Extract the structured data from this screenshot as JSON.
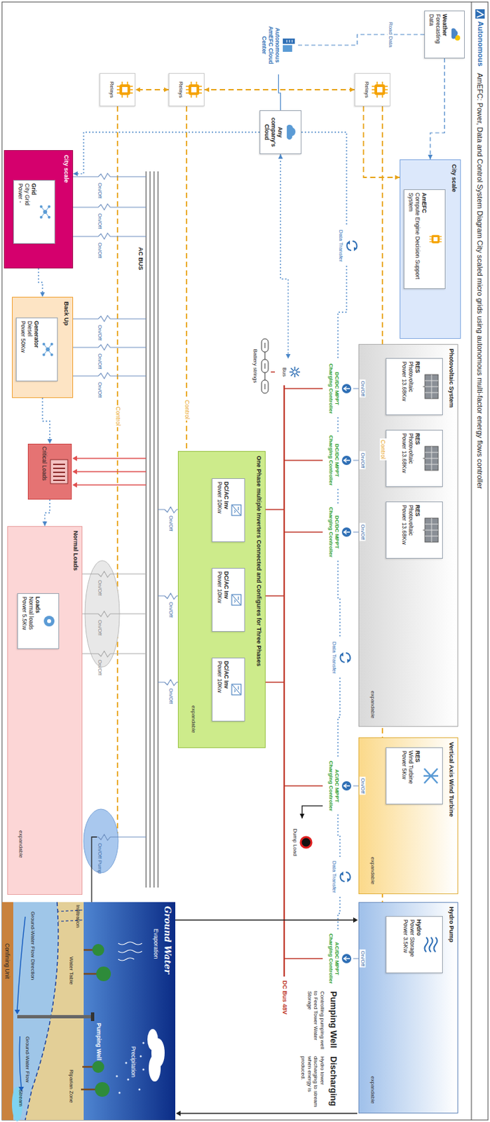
{
  "diagram": {
    "title": "AmEFC: Power, Data and Control System Diagram City scaled micro grids using autonomous multi-factor energy flows controller",
    "nodes": [
      {
        "text": [
          "Weather",
          "Forecasting Data"
        ]
      },
      {
        "text": [
          "Autonomous AmEFC Cloud Center"
        ]
      },
      {
        "text": [
          "Relays"
        ]
      },
      {
        "text": [
          "Relays"
        ]
      },
      {
        "text": [
          "Relays"
        ]
      },
      {
        "text": [
          "City scale"
        ]
      },
      {
        "text": [
          "AmEFC",
          "Compute Engine Decision Support System"
        ],
        "in": 5
      },
      {
        "text": [
          "Any company's Cloud"
        ]
      },
      {
        "text": [
          "Photovoltaic System"
        ]
      },
      {
        "text": [
          "RES",
          "Photovoltaic",
          "Power 13.68Kw"
        ],
        "in": 8
      },
      {
        "text": [
          "RES",
          "Photovoltaic",
          "Power 13.68Kw"
        ],
        "in": 8
      },
      {
        "text": [
          "RES",
          "Photovoltaic",
          "Power 13.68Kw"
        ],
        "in": 8
      },
      {
        "text": [
          "Vertical Axis Wind Turbine"
        ]
      },
      {
        "text": [
          "RES",
          "Wind Turbine",
          "Power 5Kw"
        ],
        "in": 12
      },
      {
        "text": [
          "Hydro Pump"
        ]
      },
      {
        "text": [
          "Hydro",
          "Power Storage",
          "Power 3.5Kw"
        ],
        "in": 14
      },
      {
        "text": [
          "DC/DC MPPT Charging Controller"
        ]
      },
      {
        "text": [
          "DC/DC MPPT Charging Controller"
        ]
      },
      {
        "text": [
          "DC/DC MPPT Charging Controller"
        ]
      },
      {
        "text": [
          "AC/DC MPPT Charging Controller"
        ]
      },
      {
        "text": [
          "AC/DC MPPT Charging Controller"
        ]
      },
      {
        "text": [
          "Dump Load"
        ]
      },
      {
        "text": [
          "Bus"
        ]
      },
      {
        "text": [
          "Battery strings"
        ]
      },
      {
        "text": [
          "Data Transfer"
        ]
      },
      {
        "text": [
          "Data Transfer"
        ]
      },
      {
        "text": [
          "Data Transfer"
        ]
      },
      {
        "text": [
          "One Phase multiple Inverters Connected and Configures for Three Phases"
        ]
      },
      {
        "text": [
          "DC/AC Inv",
          "Power 10Kw"
        ],
        "in": 27
      },
      {
        "text": [
          "DC/AC Inv",
          "Power 10Kw"
        ],
        "in": 27
      },
      {
        "text": [
          "DC/AC Inv",
          "Power 10Kw"
        ],
        "in": 27
      },
      {
        "text": [
          "City scale"
        ]
      },
      {
        "text": [
          "Grid",
          "City Grid",
          "Power -"
        ],
        "in": 31
      },
      {
        "text": [
          "Back Up"
        ]
      },
      {
        "text": [
          "Generator",
          "Diesel",
          "Power 50Kw"
        ],
        "in": 33
      },
      {
        "text": [
          "Critical Loads"
        ]
      },
      {
        "text": [
          "Normal Loads"
        ]
      },
      {
        "text": [
          "Loads",
          "Normal loads",
          "Power 5.5Kw"
        ],
        "in": 36
      }
    ],
    "edges": [
      {
        "from": 0,
        "to": 1,
        "arrow": "none",
        "label": "Road Data"
      },
      {
        "from": 0,
        "to": 5,
        "arrow": "to"
      },
      {
        "from": 1,
        "to": 7,
        "arrow": "none"
      },
      {
        "from": 2,
        "to": 5,
        "arrow": "to"
      },
      {
        "from": 2,
        "to": 3,
        "arrow": "both"
      },
      {
        "from": 3,
        "to": 4,
        "arrow": "both"
      },
      {
        "from": 7,
        "to": 24,
        "arrow": "none"
      },
      {
        "from": 24,
        "to": 16,
        "arrow": "none"
      },
      {
        "from": 16,
        "to": 17,
        "arrow": "none"
      },
      {
        "from": 17,
        "to": 18,
        "arrow": "none"
      },
      {
        "from": 18,
        "to": 25,
        "arrow": "none"
      },
      {
        "from": 25,
        "to": 19,
        "arrow": "none"
      },
      {
        "from": 19,
        "to": 26,
        "arrow": "none"
      },
      {
        "from": 26,
        "to": 20,
        "arrow": "none"
      },
      {
        "from": 7,
        "to": 22,
        "arrow": "both"
      },
      {
        "from": 9,
        "to": 16,
        "arrow": "none",
        "label": "On/Off"
      },
      {
        "from": 10,
        "to": 17,
        "arrow": "none",
        "label": "On/Off"
      },
      {
        "from": 11,
        "to": 18,
        "arrow": "none",
        "label": "On/Off"
      },
      {
        "from": 13,
        "to": 19,
        "arrow": "none",
        "label": "On/Off"
      },
      {
        "from": 15,
        "to": 20,
        "arrow": "none",
        "label": "On/Off"
      },
      {
        "from": 19,
        "to": 21,
        "arrow": "to"
      },
      {
        "from": 7,
        "to": 31,
        "arrow": "to"
      },
      {
        "from": 31,
        "to": 33,
        "arrow": "to"
      },
      {
        "from": 33,
        "to": 35,
        "arrow": "to"
      },
      {
        "from": 35,
        "to": 36,
        "arrow": "to"
      }
    ],
    "labels": [
      "Autonomous",
      "Control",
      "Control",
      "Control",
      "AC BUS",
      "DC Bus 48V",
      "On/Off",
      "On/Off",
      "On/Off",
      "On/Off",
      "On/Off",
      "On/Off",
      "On/Off",
      "On/Off",
      "On/Off",
      "On/Off",
      "On/Off",
      "On/Off",
      "On/Off Pump",
      "expandable",
      "expandable",
      "expandable",
      "expandable",
      "expandable",
      "Pumping Well",
      "Controlling pumping well to Feed Tower Water Storage",
      "Discharging",
      "Hydro tower discharging to stream when energy is produced.",
      "Ground Water",
      "Evaporation",
      "Precipitation",
      "Infiltration",
      "Pumping Well",
      "Water Table",
      "Riparian Zone",
      "Ground-Water Flow Direction",
      "Ground-Water Flow",
      "Stream",
      "Confining Unit"
    ]
  }
}
